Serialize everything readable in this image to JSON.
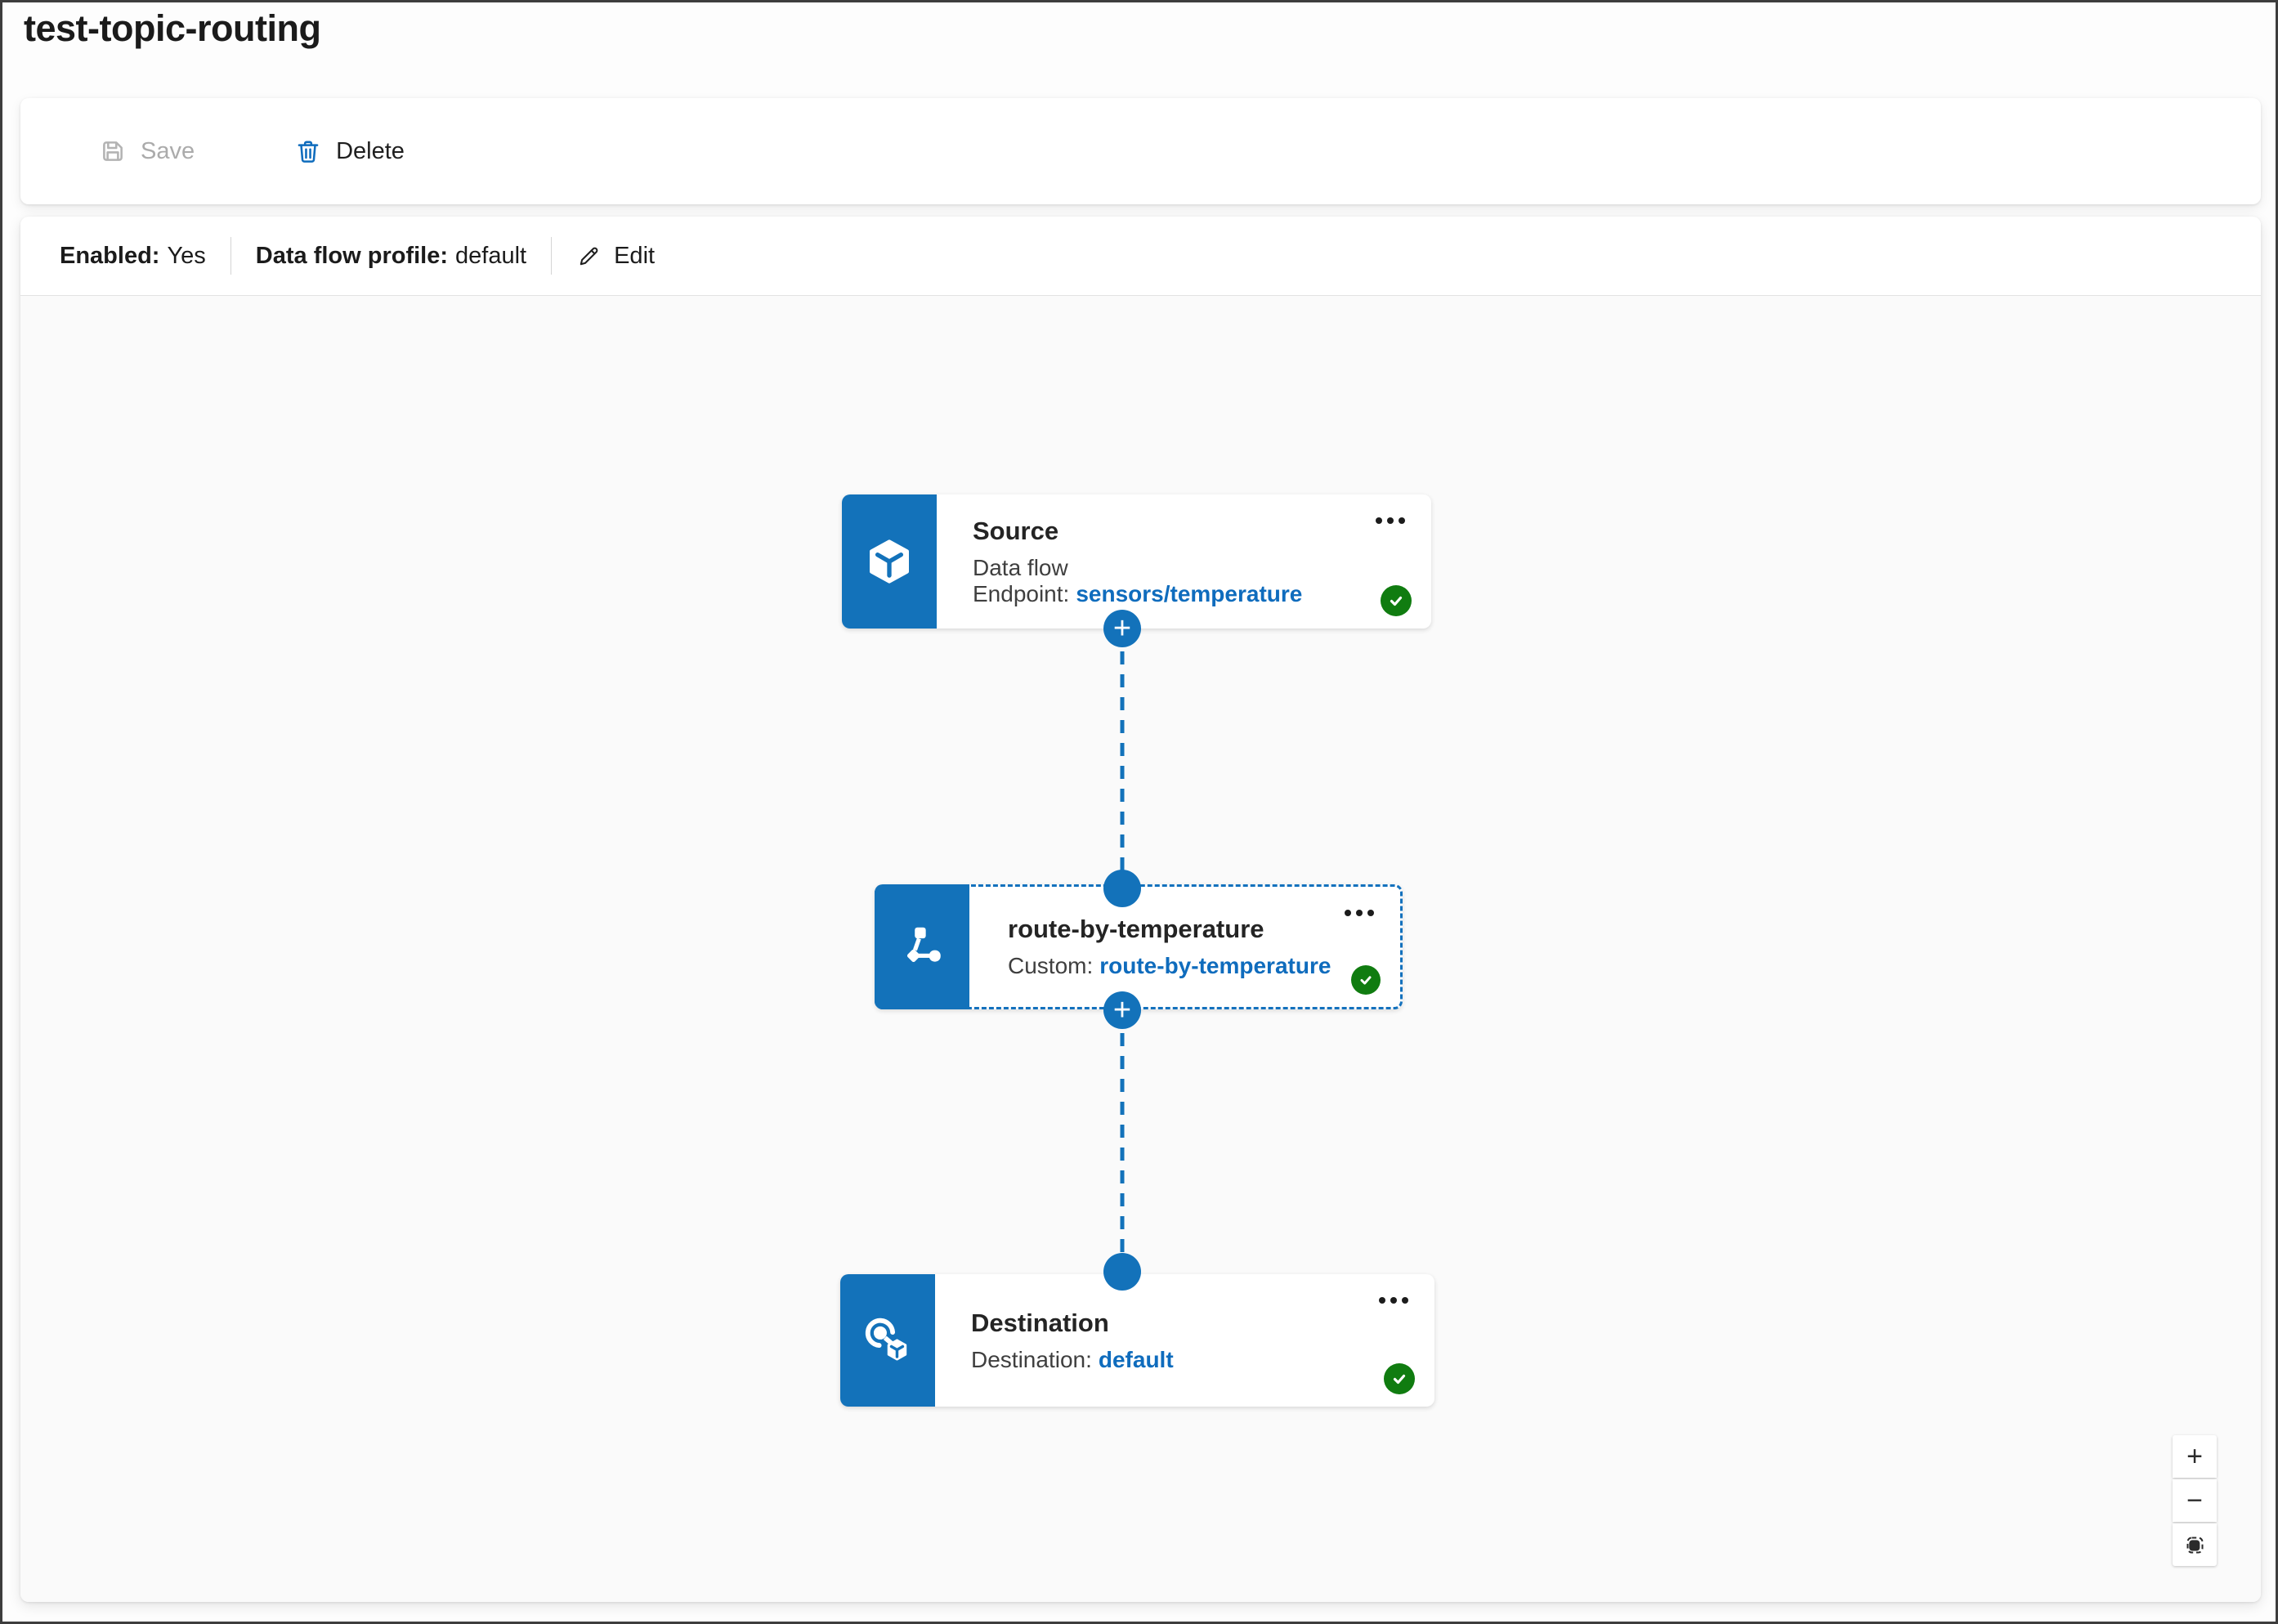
{
  "page": {
    "title": "test-topic-routing"
  },
  "toolbar": {
    "save_label": "Save",
    "save_enabled": false,
    "delete_label": "Delete"
  },
  "info_bar": {
    "enabled_label": "Enabled:",
    "enabled_value": "Yes",
    "profile_label": "Data flow profile:",
    "profile_value": "default",
    "edit_label": "Edit"
  },
  "diagram": {
    "nodes": [
      {
        "id": "source",
        "title": "Source",
        "subtitle_label": "Data flow Endpoint:",
        "subtitle_value": "sensors/temperature",
        "icon": "cube-source-icon",
        "status": "valid",
        "selected": false
      },
      {
        "id": "transform",
        "title": "route-by-temperature",
        "subtitle_label": "Custom:",
        "subtitle_value": "route-by-temperature",
        "icon": "flowchart-transform-icon",
        "status": "valid",
        "selected": true
      },
      {
        "id": "destination",
        "title": "Destination",
        "subtitle_label": "Destination:",
        "subtitle_value": "default",
        "icon": "send-endpoint-icon",
        "status": "valid",
        "selected": false
      }
    ],
    "connector_style": "dashed",
    "add_stage_glyph": "+",
    "zoom_controls": {
      "zoom_in_label": "+",
      "zoom_out_label": "−",
      "fit_view_icon": "fit-view-icon"
    }
  },
  "icons": {
    "save": "floppy-disk-icon",
    "delete": "trash-icon",
    "edit": "pencil-icon",
    "status": "check-circle-icon",
    "more": "more-options-icon"
  },
  "colors": {
    "accent_blue": "#1372ba",
    "link_blue": "#0f6cbd",
    "status_green": "#107c10",
    "canvas_background": "#fafafa"
  }
}
